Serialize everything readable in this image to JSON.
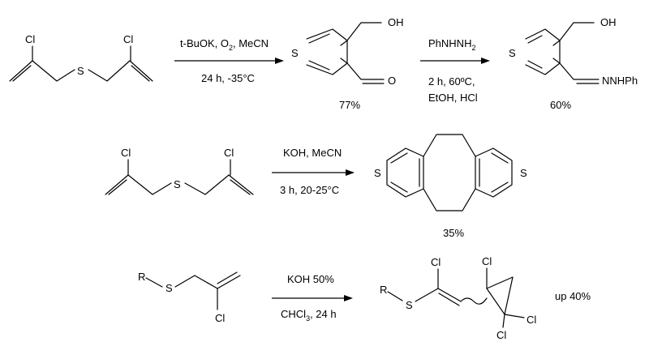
{
  "atoms": {
    "cl": "Cl",
    "s": "S",
    "oh": "OH",
    "o": "O",
    "nnhph": "NNHPh",
    "r": "R"
  },
  "reactions": [
    {
      "conditions_above": "t-BuOK, O",
      "conditions_above_sub": "2",
      "conditions_above_tail": ", MeCN",
      "conditions_below": "24 h, -35°C",
      "yield": "77%",
      "second_reagent": "PhNHNH",
      "second_reagent_sub": "2",
      "second_conditions_1": "2 h, 60ºC,",
      "second_conditions_2": "EtOH, HCl",
      "second_yield": "60%"
    },
    {
      "conditions_above": "KOH, MeCN",
      "conditions_below": "3 h, 20-25°C",
      "yield": "35%"
    },
    {
      "conditions_above": "KOH 50%",
      "conditions_below": "CHCl",
      "conditions_below_sub": "3",
      "conditions_below_tail": ", 24 h",
      "yield": "up 40%"
    }
  ]
}
